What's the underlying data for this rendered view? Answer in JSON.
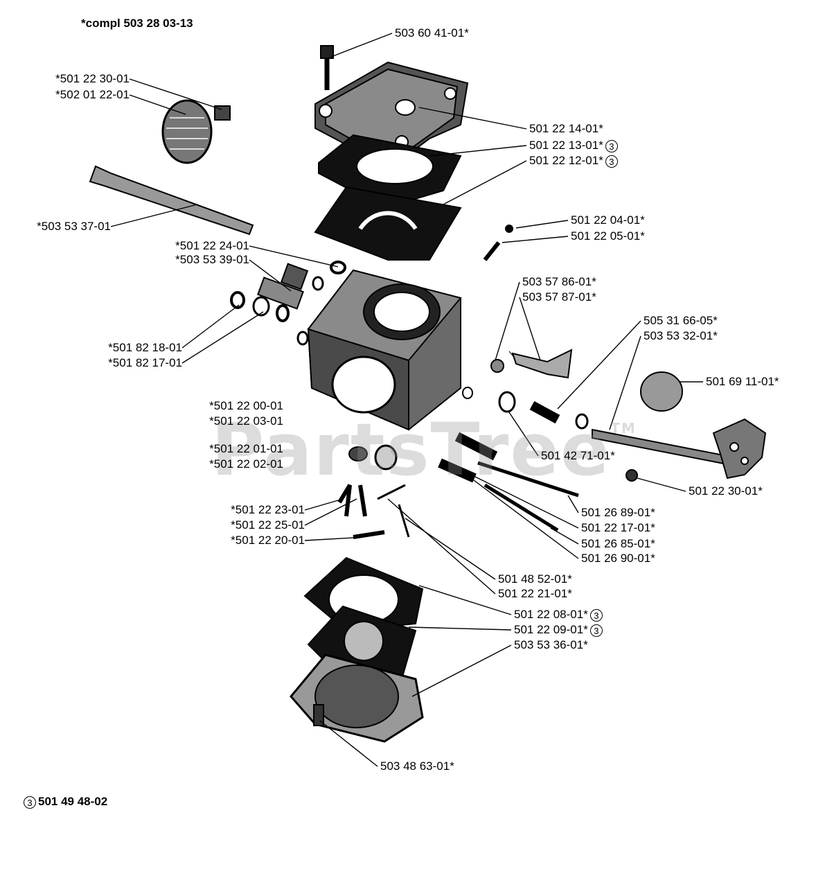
{
  "header": {
    "compl_note": "*compl 503 28 03-13"
  },
  "footer": {
    "kit_symbol": "3",
    "kit_number": "501 49 48-02"
  },
  "watermark": {
    "text": "PartsTree",
    "mark": "TM"
  },
  "parts": {
    "p01": {
      "number": "503 60 41-01*"
    },
    "p02": {
      "number": "*501 22 30-01"
    },
    "p03": {
      "number": "*502 01 22-01"
    },
    "p04": {
      "number": "501 22 14-01*"
    },
    "p05": {
      "number": "501 22 13-01*",
      "kit": "3"
    },
    "p06": {
      "number": "501 22 12-01*",
      "kit": "3"
    },
    "p07": {
      "number": "*503 53 37-01"
    },
    "p08": {
      "number": "501 22 04-01*"
    },
    "p09": {
      "number": "501 22 05-01*"
    },
    "p10": {
      "number": "*501 22 24-01"
    },
    "p11": {
      "number": "*503 53 39-01"
    },
    "p12": {
      "number": "503 57 86-01*"
    },
    "p13": {
      "number": "503 57 87-01*"
    },
    "p14": {
      "number": "505 31 66-05*"
    },
    "p15": {
      "number": "503 53 32-01*"
    },
    "p16": {
      "number": "*501 82 18-01"
    },
    "p17": {
      "number": "*501 82 17-01"
    },
    "p18": {
      "number": "501 69 11-01*"
    },
    "p19": {
      "number": "*501 22 00-01"
    },
    "p20": {
      "number": "*501 22 03-01"
    },
    "p21": {
      "number": "*501 22 01-01"
    },
    "p22": {
      "number": "*501 22 02-01"
    },
    "p23": {
      "number": "501 42 71-01*"
    },
    "p24": {
      "number": "501 22 30-01*"
    },
    "p25": {
      "number": "*501 22 23-01"
    },
    "p26": {
      "number": "*501 22 25-01"
    },
    "p27": {
      "number": "*501 22 20-01"
    },
    "p28": {
      "number": "501 26 89-01*"
    },
    "p29": {
      "number": "501 22 17-01*"
    },
    "p30": {
      "number": "501 26 85-01*"
    },
    "p31": {
      "number": "501 26 90-01*"
    },
    "p32": {
      "number": "501 48 52-01*"
    },
    "p33": {
      "number": "501 22 21-01*"
    },
    "p34": {
      "number": "501 22 08-01*",
      "kit": "3"
    },
    "p35": {
      "number": "501 22 09-01*",
      "kit": "3"
    },
    "p36": {
      "number": "503 53 36-01*"
    },
    "p37": {
      "number": "503 48 63-01*"
    }
  }
}
